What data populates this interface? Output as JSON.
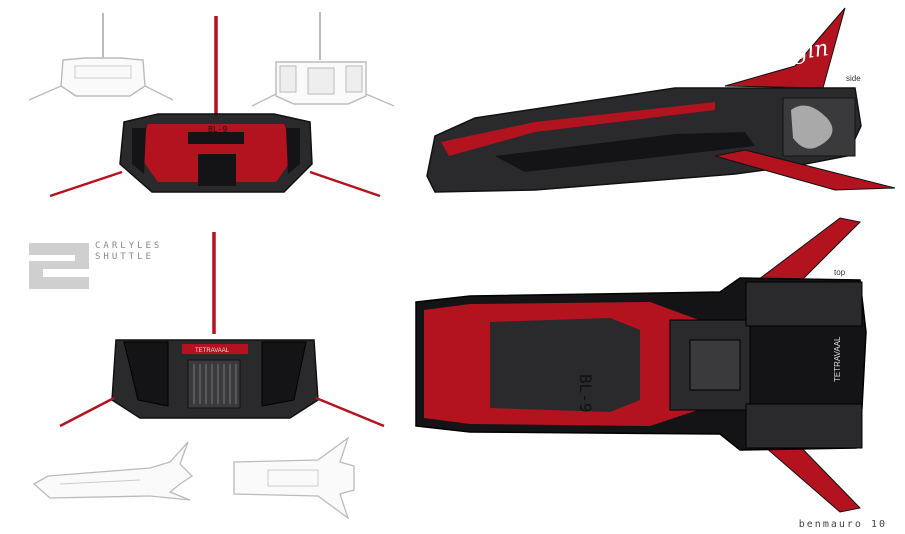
{
  "title": {
    "number": "2",
    "line1": "CARLYLES",
    "line2": "SHUTTLE"
  },
  "views": {
    "side": "side",
    "top": "top"
  },
  "branding": {
    "virgin": "Virgin",
    "tetravaal": "TETRAVAAL",
    "code": "BL-9"
  },
  "signature": "benmauro 10",
  "colors": {
    "red": "#b3131f",
    "dark": "#2a2a2c",
    "black": "#141416",
    "grey": "#cfcfcf"
  }
}
